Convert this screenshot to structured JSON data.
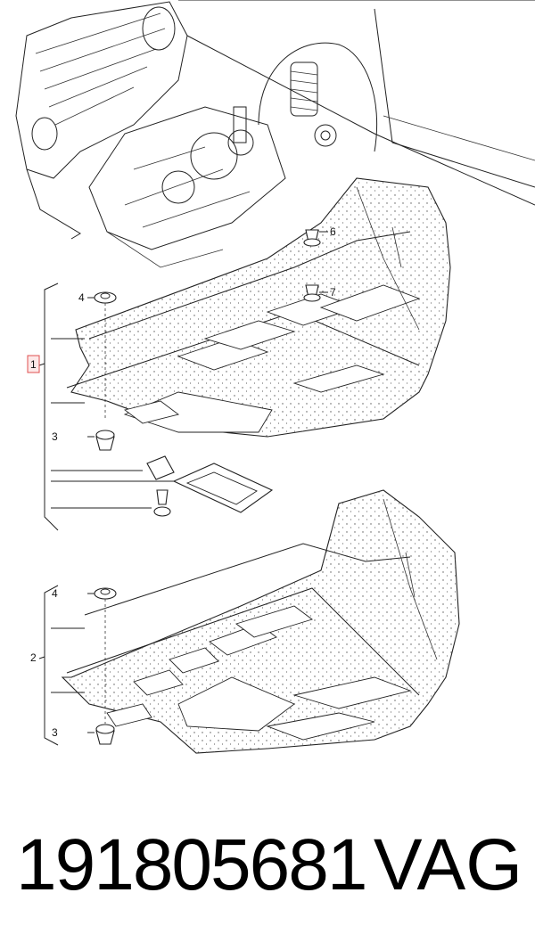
{
  "diagram": {
    "callouts": [
      {
        "id": "callout-6",
        "label": "6"
      },
      {
        "id": "callout-7",
        "label": "7"
      },
      {
        "id": "callout-4-upper",
        "label": "4"
      },
      {
        "id": "callout-1",
        "label": "1"
      },
      {
        "id": "callout-3-upper",
        "label": "3"
      },
      {
        "id": "callout-4-lower",
        "label": "4"
      },
      {
        "id": "callout-2",
        "label": "2"
      },
      {
        "id": "callout-3-lower",
        "label": "3"
      }
    ],
    "highlight_color": "#e05050"
  },
  "footer": {
    "part_number": "191805681",
    "brand": "VAG"
  }
}
